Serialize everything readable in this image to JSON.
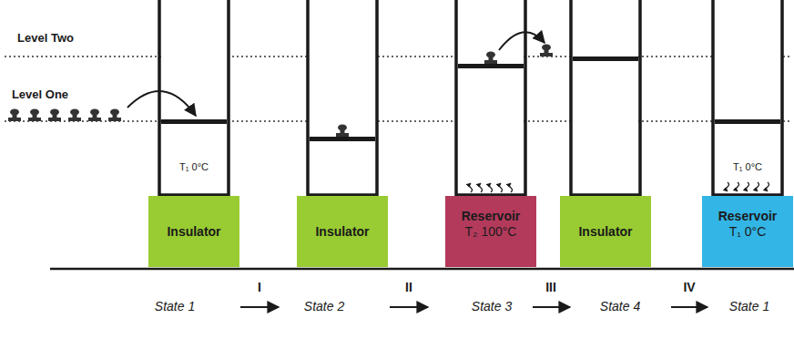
{
  "diagram": {
    "nodes": [
      {
        "text": [
          "Insulator"
        ]
      },
      {
        "text": [
          "Insulator"
        ]
      },
      {
        "text": [
          "Reservoir",
          "T₂ 100°C"
        ]
      },
      {
        "text": [
          "Insulator"
        ]
      },
      {
        "text": [
          "Reservoir",
          "T₁ 0°C"
        ]
      }
    ],
    "labels": [
      "Level Two",
      "Level One",
      "T₁ 0°C",
      "T₁ 0°C",
      "State 1",
      "I",
      "State 2",
      "II",
      "State 3",
      "III",
      "State 4",
      "IV",
      "State 1"
    ]
  }
}
